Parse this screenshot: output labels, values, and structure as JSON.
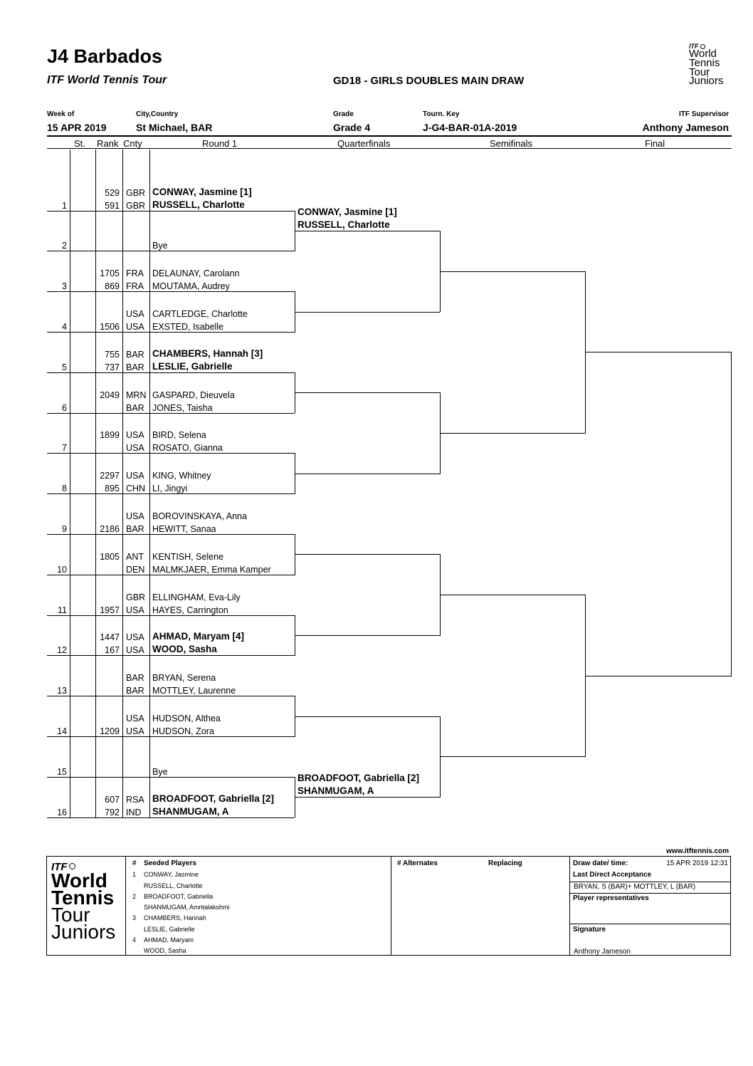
{
  "header": {
    "title": "J4 Barbados",
    "subtitle": "ITF World Tennis Tour",
    "draw_title": "GD18 - GIRLS DOUBLES MAIN DRAW"
  },
  "logo": {
    "line1": "ITF",
    "line2": "World",
    "line3": "Tennis",
    "line4": "Tour",
    "line5": "Juniors",
    "icon": "tennis-ball-icon"
  },
  "meta": {
    "week_label": "Week of",
    "week_value": "15 APR 2019",
    "city_label": "City,Country",
    "city_value": "St Michael, BAR",
    "grade_label": "Grade",
    "grade_value": "Grade 4",
    "key_label": "Tourn. Key",
    "key_value": "J-G4-BAR-01A-2019",
    "supervisor_label": "ITF Supervisor",
    "supervisor_value": "Anthony Jameson"
  },
  "columns": {
    "st": "St.",
    "rank": "Rank",
    "cnty": "Cnty",
    "round1": "Round 1",
    "qf": "Quarterfinals",
    "sf": "Semifinals",
    "final": "Final"
  },
  "entries": [
    {
      "num": "1",
      "p1": {
        "rank": "529",
        "cnty": "GBR",
        "name": "CONWAY, Jasmine [1]"
      },
      "p2": {
        "rank": "591",
        "cnty": "GBR",
        "name": "RUSSELL, Charlotte"
      },
      "bold": true
    },
    {
      "num": "2",
      "bye": "Bye"
    },
    {
      "num": "3",
      "p1": {
        "rank": "1705",
        "cnty": "FRA",
        "name": "DELAUNAY, Carolann"
      },
      "p2": {
        "rank": "869",
        "cnty": "FRA",
        "name": "MOUTAMA, Audrey"
      }
    },
    {
      "num": "4",
      "p1": {
        "rank": "",
        "cnty": "USA",
        "name": "CARTLEDGE, Charlotte"
      },
      "p2": {
        "rank": "1506",
        "cnty": "USA",
        "name": "EXSTED, Isabelle"
      }
    },
    {
      "num": "5",
      "p1": {
        "rank": "755",
        "cnty": "BAR",
        "name": "CHAMBERS, Hannah [3]"
      },
      "p2": {
        "rank": "737",
        "cnty": "BAR",
        "name": "LESLIE, Gabrielle"
      },
      "bold": true
    },
    {
      "num": "6",
      "p1": {
        "rank": "2049",
        "cnty": "MRN",
        "name": "GASPARD, Dieuvela"
      },
      "p2": {
        "rank": "",
        "cnty": "BAR",
        "name": "JONES, Taisha"
      }
    },
    {
      "num": "7",
      "p1": {
        "rank": "1899",
        "cnty": "USA",
        "name": "BIRD, Selena"
      },
      "p2": {
        "rank": "",
        "cnty": "USA",
        "name": "ROSATO, Gianna"
      }
    },
    {
      "num": "8",
      "p1": {
        "rank": "2297",
        "cnty": "USA",
        "name": "KING, Whitney"
      },
      "p2": {
        "rank": "895",
        "cnty": "CHN",
        "name": "LI, Jingyi"
      }
    },
    {
      "num": "9",
      "p1": {
        "rank": "",
        "cnty": "USA",
        "name": "BOROVINSKAYA, Anna"
      },
      "p2": {
        "rank": "2186",
        "cnty": "BAR",
        "name": "HEWITT, Sanaa"
      }
    },
    {
      "num": "10",
      "p1": {
        "rank": "1805",
        "cnty": "ANT",
        "name": "KENTISH, Selene"
      },
      "p2": {
        "rank": "",
        "cnty": "DEN",
        "name": "MALMKJAER, Emma Kamper"
      }
    },
    {
      "num": "11",
      "p1": {
        "rank": "",
        "cnty": "GBR",
        "name": "ELLINGHAM, Eva-Lily"
      },
      "p2": {
        "rank": "1957",
        "cnty": "USA",
        "name": "HAYES, Carrington"
      }
    },
    {
      "num": "12",
      "p1": {
        "rank": "1447",
        "cnty": "USA",
        "name": "AHMAD, Maryam [4]"
      },
      "p2": {
        "rank": "167",
        "cnty": "USA",
        "name": "WOOD, Sasha"
      },
      "bold": true
    },
    {
      "num": "13",
      "p1": {
        "rank": "",
        "cnty": "BAR",
        "name": "BRYAN, Serena"
      },
      "p2": {
        "rank": "",
        "cnty": "BAR",
        "name": "MOTTLEY, Laurenne"
      }
    },
    {
      "num": "14",
      "p1": {
        "rank": "",
        "cnty": "USA",
        "name": "HUDSON, Althea"
      },
      "p2": {
        "rank": "1209",
        "cnty": "USA",
        "name": "HUDSON, Zora"
      }
    },
    {
      "num": "15",
      "bye": "Bye"
    },
    {
      "num": "16",
      "p1": {
        "rank": "607",
        "cnty": "RSA",
        "name": "BROADFOOT, Gabriella [2]"
      },
      "p2": {
        "rank": "792",
        "cnty": "IND",
        "name": "SHANMUGAM, A"
      },
      "bold": true
    }
  ],
  "qf_winners": [
    {
      "match": 0,
      "line1": "CONWAY, Jasmine [1]",
      "line2": "RUSSELL, Charlotte"
    },
    {
      "match": 7,
      "line1": "BROADFOOT, Gabriella [2]",
      "line2": "SHANMUGAM, A"
    }
  ],
  "footer": {
    "website": "www.itftennis.com",
    "seeded_hash": "#",
    "seeded_title": "Seeded Players",
    "seeds": [
      {
        "num": "1",
        "p1": "CONWAY, Jasmine",
        "p2": "RUSSELL, Charlotte"
      },
      {
        "num": "2",
        "p1": "BROADFOOT, Gabriella",
        "p2": "SHANMUGAM, Amritalakshmi"
      },
      {
        "num": "3",
        "p1": "CHAMBERS, Hannah",
        "p2": "LESLIE, Gabrielle"
      },
      {
        "num": "4",
        "p1": "AHMAD, Maryam",
        "p2": "WOOD, Sasha"
      }
    ],
    "alternates_title": "# Alternates",
    "replacing_title": "Replacing",
    "draw_date_label": "Draw date/ time:",
    "draw_date_value": "15 APR 2019 12:31",
    "lda_label": "Last Direct Acceptance",
    "lda_value": "BRYAN, S (BAR)+ MOTTLEY, L (BAR)",
    "player_reps_label": "Player representatives",
    "signature_label": "Signature",
    "signature_value": "Anthony Jameson"
  }
}
